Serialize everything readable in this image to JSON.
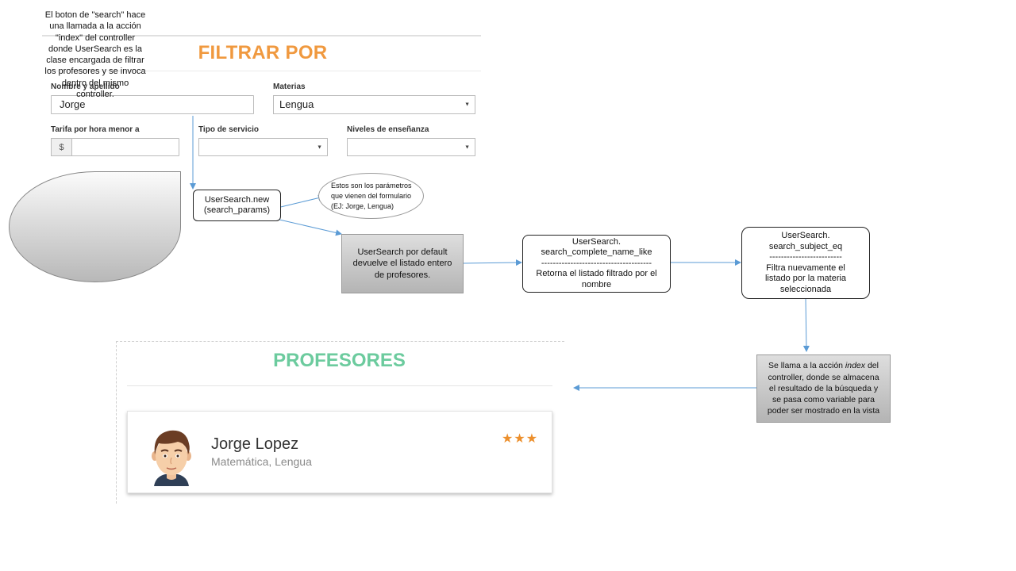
{
  "filter_panel": {
    "title": "FILTRAR POR",
    "name_label": "Nombre y apellido",
    "name_value": "Jorge",
    "subjects_label": "Materias",
    "subjects_value": "Lengua",
    "rate_label": "Tarifa por hora menor a",
    "currency_symbol": "$",
    "rate_value": "",
    "service_label": "Tipo de servicio",
    "service_value": "",
    "levels_label": "Niveles de enseñanza",
    "levels_value": ""
  },
  "diagram": {
    "search_note": "El boton de \"search\" hace\nuna llamada a la acción\n\"index\" del controller\ndonde UserSearch es la\nclase encargada de filtrar\nlos profesores y se invoca\ndentro del mismo\ncontroller.",
    "user_search_new": "UserSearch.new\n(search_params)",
    "params_note": "Estos son los parámetros\nque vienen del formulario\n(EJ: Jorge, Lengua)",
    "default_note": "UserSearch por default\ndevuelve el listado entero\nde profesores.",
    "name_like": "UserSearch.\nsearch_complete_name_like\n--------------------------------------\nRetorna el listado filtrado por el\nnombre",
    "subject_eq": "UserSearch.\nsearch_subject_eq\n-------------------------\nFiltra nuevamente el\nlistado por la materia\nseleccionada",
    "index_note_pre": "Se llama a la acción ",
    "index_note_em": "index",
    "index_note_post": " del\ncontroller, donde se almacena\nel resultado de la búsqueda y\nse pasa como variable para\npoder ser mostrado en la vista"
  },
  "results_panel": {
    "title": "PROFESORES",
    "teacher_name": "Jorge Lopez",
    "teacher_subjects": "Matemática, Lengua",
    "rating_stars": "★★★"
  },
  "colors": {
    "filter_title": "#f0993f",
    "results_title": "#6ccb9e",
    "arrow": "#5b9bd5",
    "stars": "#ec8f2c"
  }
}
